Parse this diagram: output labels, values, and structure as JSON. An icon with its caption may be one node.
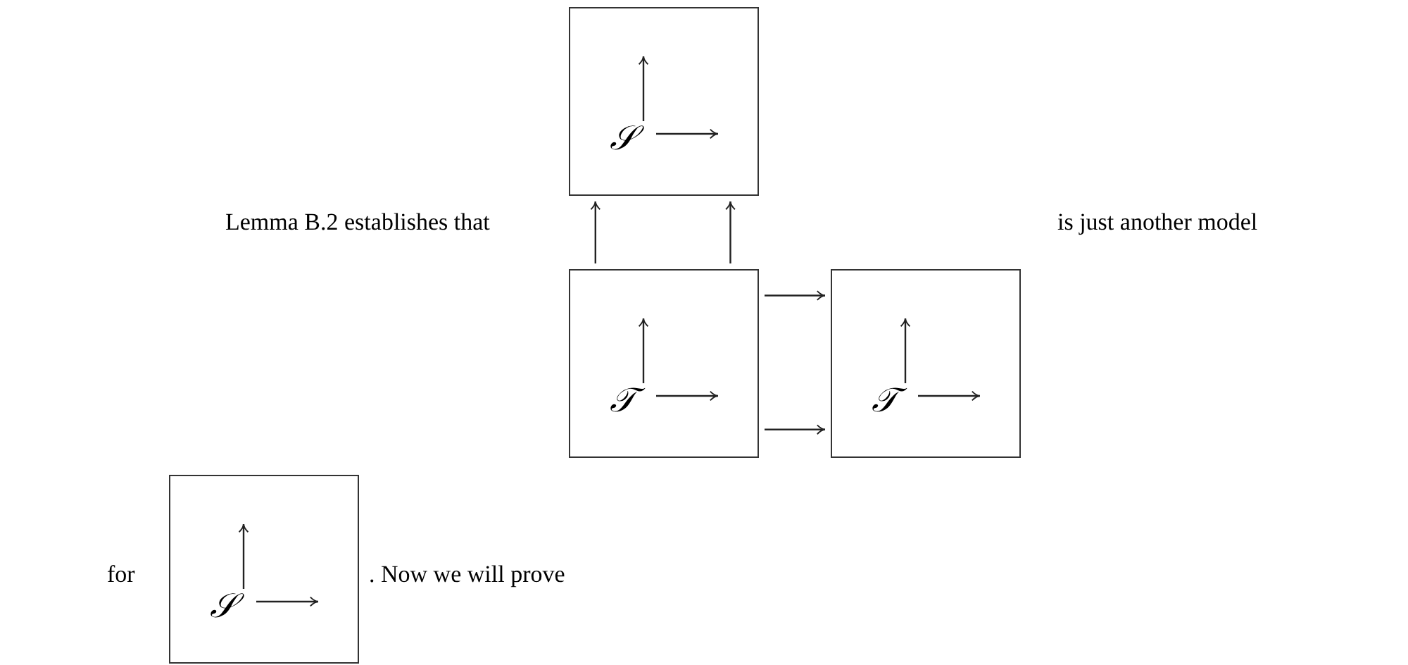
{
  "diagram": {
    "nodes": [
      {
        "text": [
          "𝒮"
        ]
      },
      {
        "text": [
          "𝒯"
        ]
      },
      {
        "text": [
          "𝒯"
        ]
      },
      {
        "text": [
          "𝒮"
        ]
      }
    ],
    "edges": [
      {
        "from": 1,
        "to": 0,
        "arrow": "to"
      },
      {
        "from": 1,
        "to": 0,
        "arrow": "to"
      },
      {
        "from": 1,
        "to": 2,
        "arrow": "to"
      },
      {
        "from": 1,
        "to": 2,
        "arrow": "to"
      }
    ],
    "labels": [
      "Lemma B.2 establishes that",
      "is just another model",
      "for",
      ". Now we will prove"
    ]
  }
}
